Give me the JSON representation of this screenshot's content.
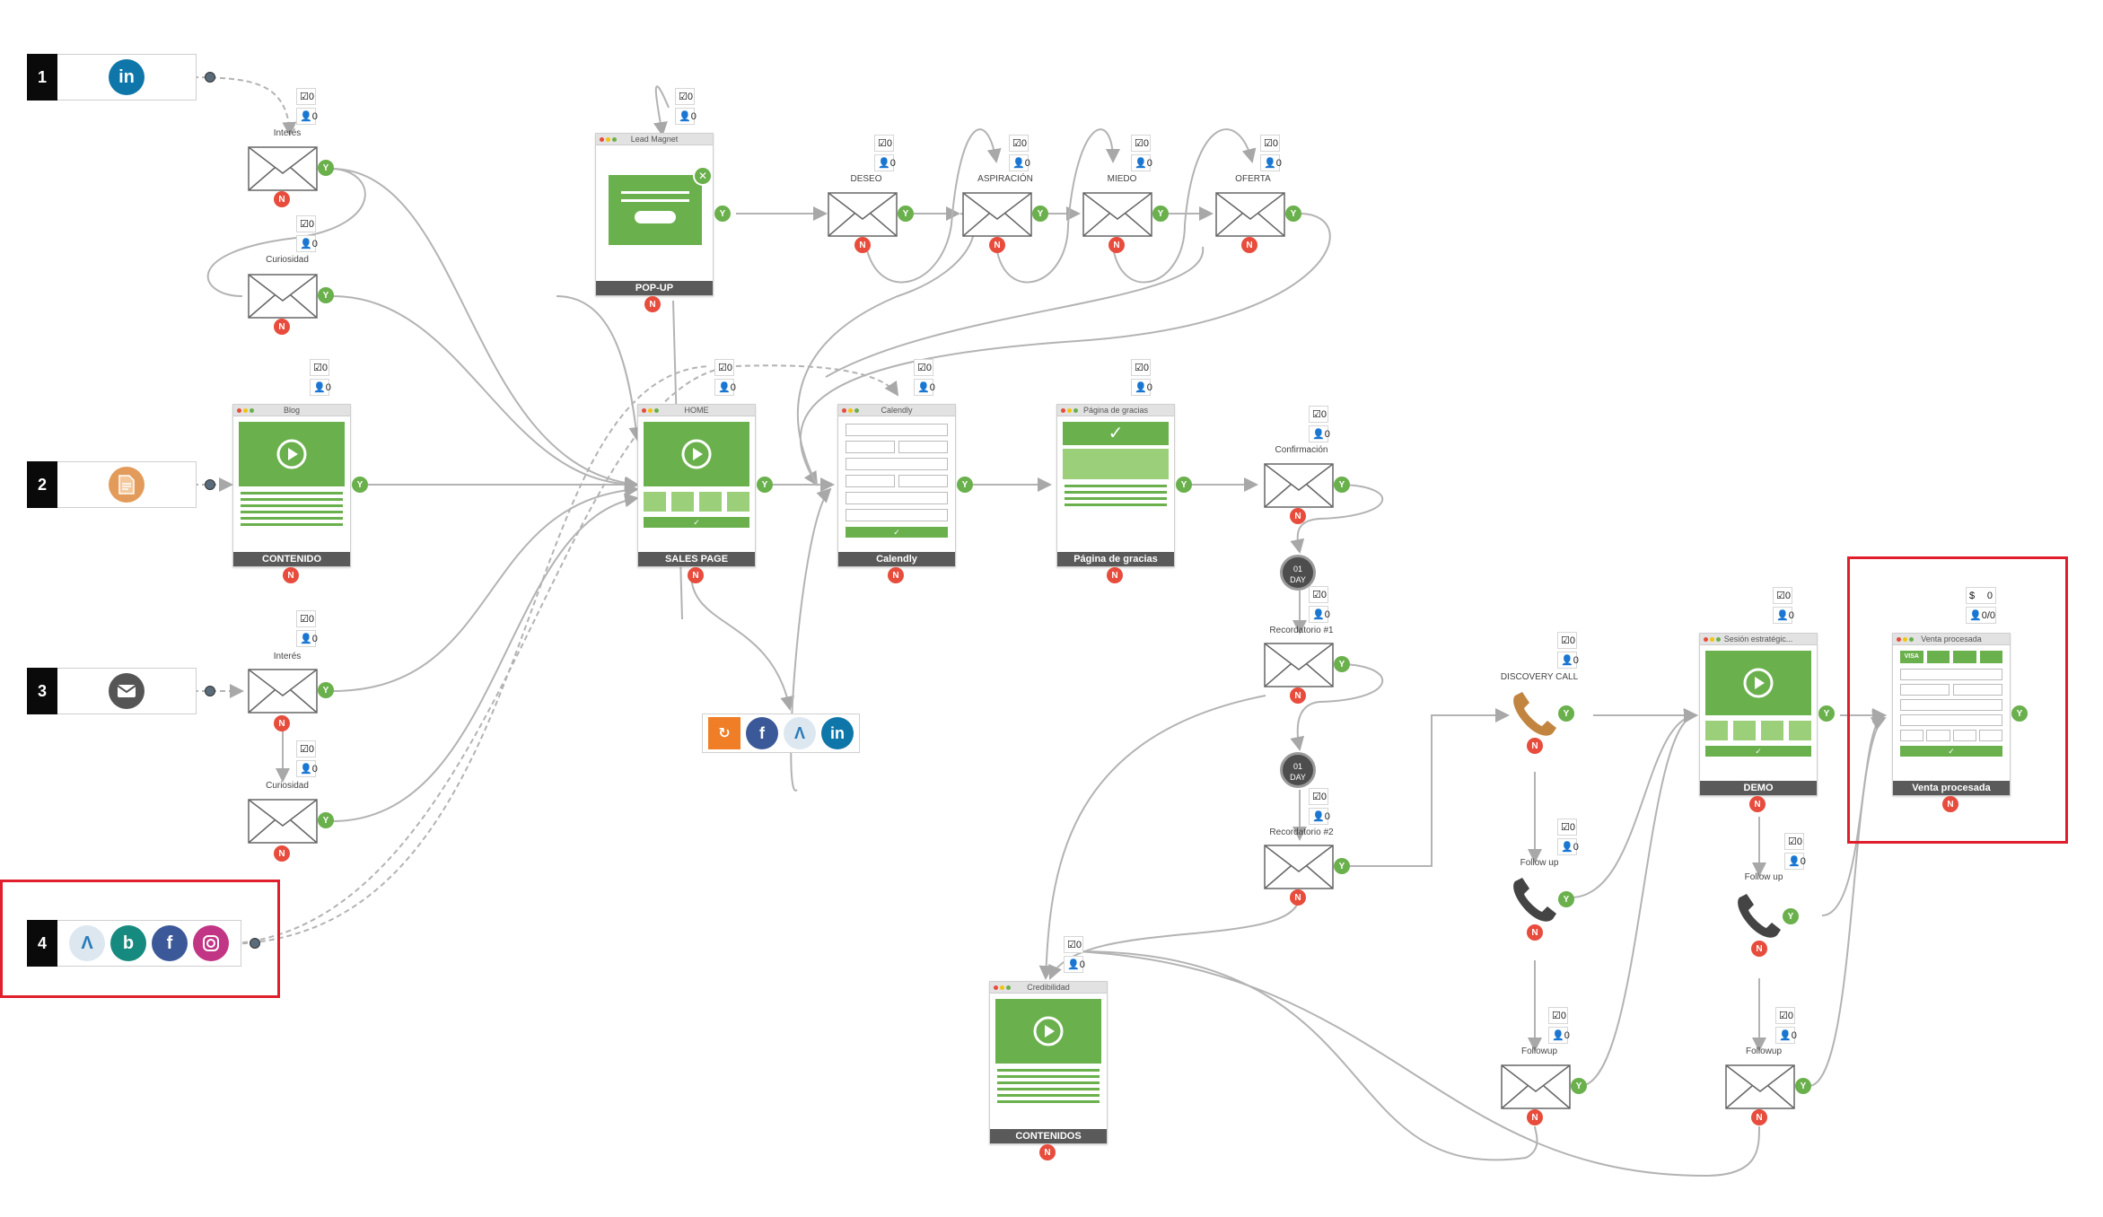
{
  "sources": [
    {
      "num": "1",
      "icons": [
        "linkedin-icon"
      ]
    },
    {
      "num": "2",
      "icons": [
        "document-icon"
      ]
    },
    {
      "num": "3",
      "icons": [
        "email-icon"
      ]
    },
    {
      "num": "4",
      "icons": [
        "adwords-icon",
        "bing-icon",
        "facebook-icon",
        "instagram-icon"
      ]
    }
  ],
  "stats": {
    "s1": {
      "a": "0",
      "b": "0"
    },
    "s2": {
      "a": "0",
      "b": "0"
    },
    "s3": {
      "a": "0",
      "b": "0"
    },
    "s4": {
      "a": "0",
      "b": "0"
    },
    "s5": {
      "a": "0",
      "b": "0"
    },
    "s6": {
      "a": "0",
      "b": "0"
    },
    "s7": {
      "a": "0",
      "b": "0"
    },
    "s8": {
      "a": "0",
      "b": "0"
    },
    "s9": {
      "a": "0",
      "b": "0"
    },
    "s10": {
      "a": "0",
      "b": "0"
    },
    "s11": {
      "a": "0",
      "b": "0"
    },
    "s12": {
      "a": "0",
      "b": "0"
    },
    "s13": {
      "a": "0",
      "b": "0"
    },
    "s14": {
      "a": "0",
      "b": "0"
    },
    "s15": {
      "a": "0",
      "b": "0"
    },
    "s16": {
      "a": "0",
      "b": "0"
    },
    "s17": {
      "a": "0",
      "b": "0"
    },
    "s18": {
      "a": "0",
      "b": "0"
    },
    "s19": {
      "a": "0",
      "b": "0"
    },
    "s20": {
      "a": "0",
      "b": "0"
    },
    "s21": {
      "a": "0",
      "b": "0"
    },
    "s22": {
      "a": "0",
      "b": "0"
    },
    "s23": {
      "a": "0",
      "b": "0"
    },
    "s24": {
      "a": "0",
      "b": "0"
    },
    "s25": {
      "a": "0",
      "b": "0"
    },
    "s26": {
      "a": "0",
      "b": "0"
    },
    "s27": {
      "a": "0",
      "b": "0/0"
    }
  },
  "labels": {
    "interes1": "Interés",
    "curiosidad1": "Curiosidad",
    "interes3": "Interés",
    "curiosidad3": "Curiosidad",
    "deseo": "DESEO",
    "aspiracion": "ASPIRACIÓN",
    "miedo": "MIEDO",
    "oferta": "OFERTA",
    "confirmacion": "Confirmación",
    "recordatorio1": "Recordatorio #1",
    "recordatorio2": "Recordatorio #2",
    "discovery": "DISCOVERY CALL",
    "followup1": "Follow up",
    "followup2": "Follow up",
    "followup3": "Followup",
    "followup4": "Followup"
  },
  "pages": {
    "blog": {
      "bar": "Blog",
      "foot": "CONTENIDO"
    },
    "leadmagnet": {
      "bar": "Lead Magnet",
      "foot": "POP-UP"
    },
    "home": {
      "bar": "HOME",
      "foot": "SALES PAGE"
    },
    "calendly": {
      "bar": "Calendly",
      "foot": "Calendly"
    },
    "gracias": {
      "bar": "Página de gracias",
      "foot": "Página de gracias"
    },
    "sesion": {
      "bar": "Sesión estratégic...",
      "foot": "DEMO"
    },
    "venta": {
      "bar": "Venta procesada",
      "foot": "Venta procesada"
    },
    "credibilidad": {
      "bar": "Credibilidad",
      "foot": "CONTENIDOS"
    }
  },
  "timers": {
    "t1": "01\nDAY",
    "t2": "01\nDAY"
  },
  "badge": {
    "yes": "Y",
    "no": "N"
  },
  "dollar": "$",
  "colors": {
    "green": "#6ab04c",
    "red": "#e74c3c",
    "highlight": "#e01e2c"
  }
}
